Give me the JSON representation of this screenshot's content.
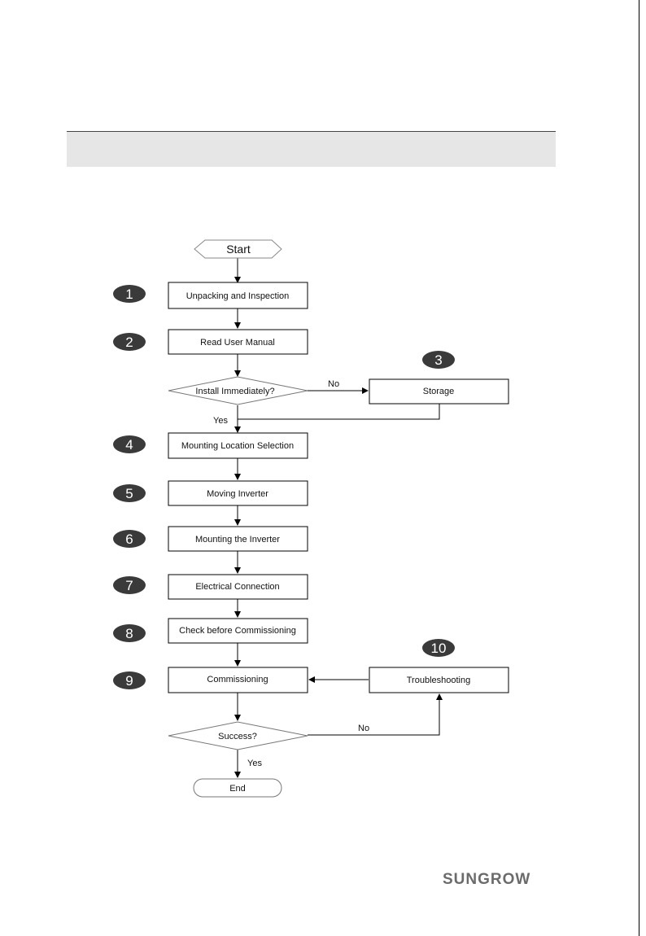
{
  "brand": {
    "logo_text": "SUNGROW",
    "color": "#6b6b6b"
  },
  "flow": {
    "start": "Start",
    "end": "End",
    "steps": {
      "unpacking": "Unpacking and Inspection",
      "read_manual": "Read User Manual",
      "storage": "Storage",
      "location": "Mounting Location Selection",
      "moving": "Moving Inverter",
      "mounting": "Mounting the Inverter",
      "electrical": "Electrical Connection",
      "check": "Check before Commissioning",
      "commissioning": "Commissioning",
      "troubleshooting": "Troubleshooting"
    },
    "decisions": {
      "install": "Install Immediately?",
      "success": "Success?"
    },
    "branch_labels": {
      "yes": "Yes",
      "no": "No"
    },
    "step_numbers": [
      "1",
      "2",
      "3",
      "4",
      "5",
      "6",
      "7",
      "8",
      "9",
      "10"
    ]
  }
}
